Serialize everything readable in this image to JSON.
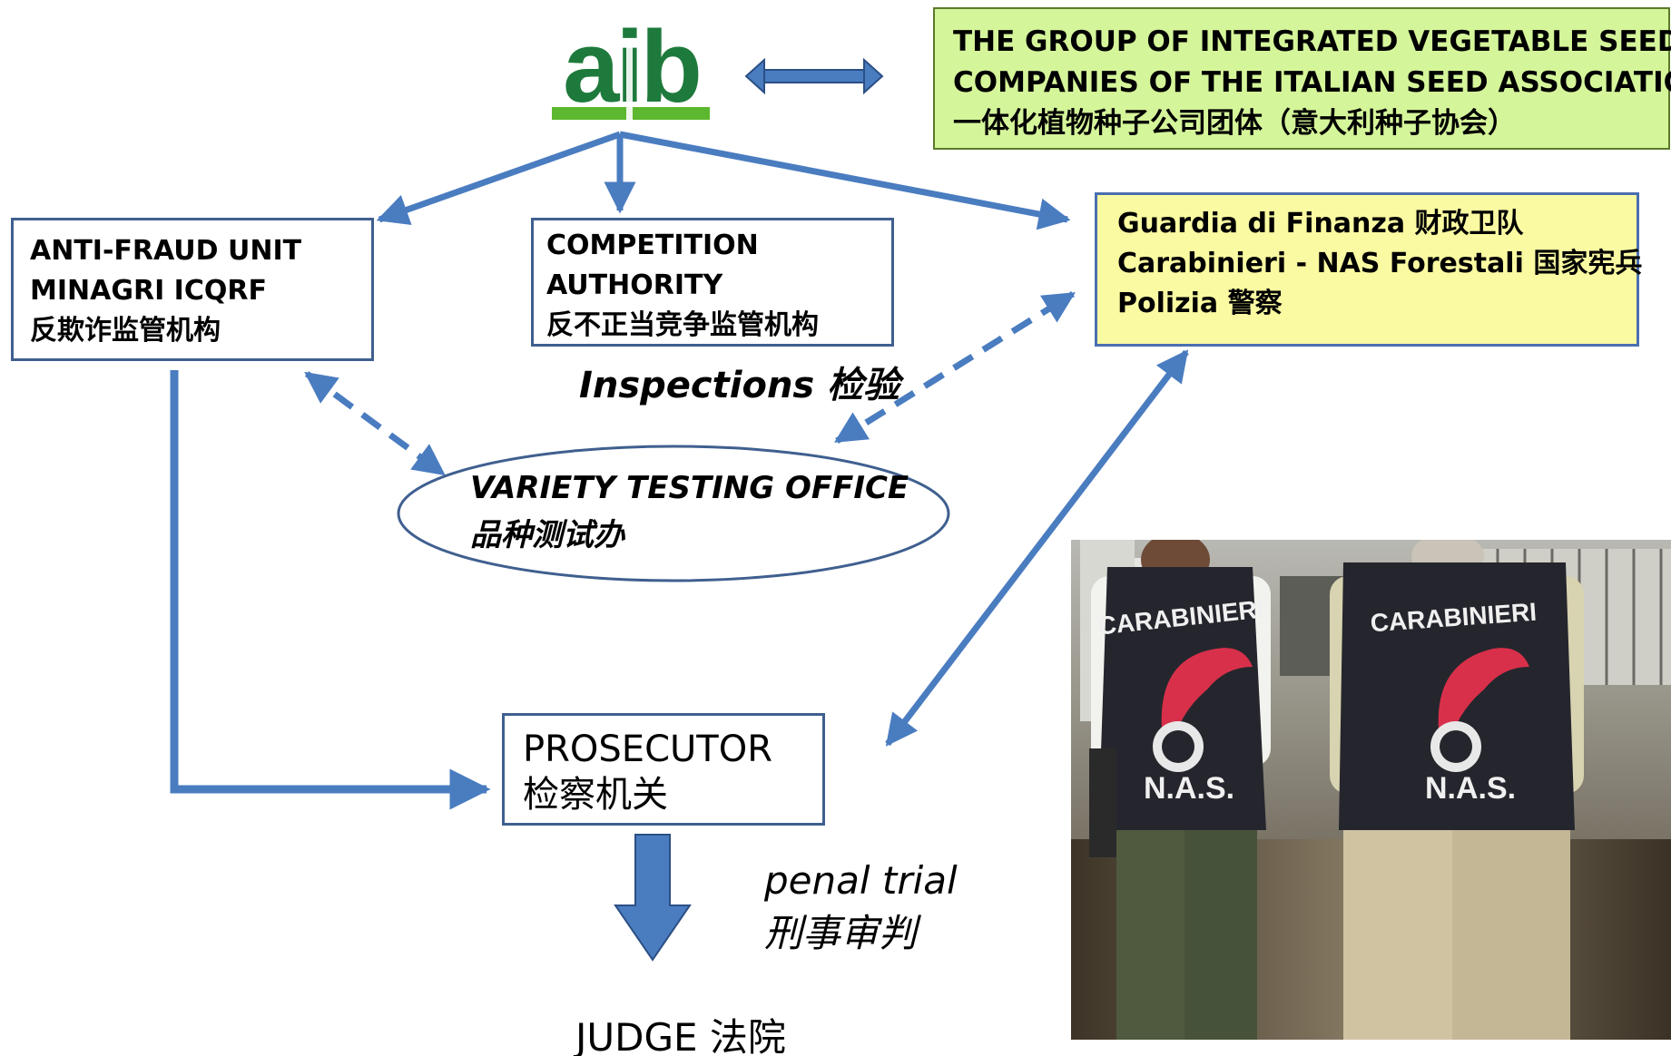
{
  "logo": {
    "text": "aib"
  },
  "aib_description": {
    "line1": "THE GROUP OF INTEGRATED VEGETABLE SEED",
    "line2": "COMPANIES OF THE ITALIAN SEED ASSOCIATION",
    "line3": "一体化植物种子公司团体（意大利种子协会）"
  },
  "anti_fraud": {
    "line1": "ANTI-FRAUD UNIT",
    "line2": "MINAGRI ICQRF",
    "line3": "反欺诈监管机构"
  },
  "competition": {
    "line1": "COMPETITION",
    "line2": "AUTHORITY",
    "line3": "反不正当竞争监管机构"
  },
  "police": {
    "line1": "Guardia di Finanza 财政卫队",
    "line2": "Carabinieri - NAS Forestali 国家宪兵",
    "line3": "Polizia 警察"
  },
  "inspections": "Inspections 检验",
  "variety_testing": {
    "line1": "VARIETY TESTING OFFICE",
    "line2": "品种测试办"
  },
  "prosecutor": {
    "line1": "PROSECUTOR",
    "line2": "检察机关"
  },
  "penal_trial": {
    "line1": "penal trial",
    "line2": "刑事审判"
  },
  "judge": "JUDGE 法院",
  "photo": {
    "vest_left_text": "CARABINIERI",
    "vest_right_text": "CARABINIERI",
    "badge_left": "N.A.S.",
    "badge_right": "N.A.S."
  },
  "colors": {
    "arrow_blue": "#4a7cc0",
    "logo_green": "#1e7a3c",
    "logo_bar_green": "#5cb82e",
    "desc_bg": "#d5f59a",
    "police_bg": "#fafaa2"
  }
}
